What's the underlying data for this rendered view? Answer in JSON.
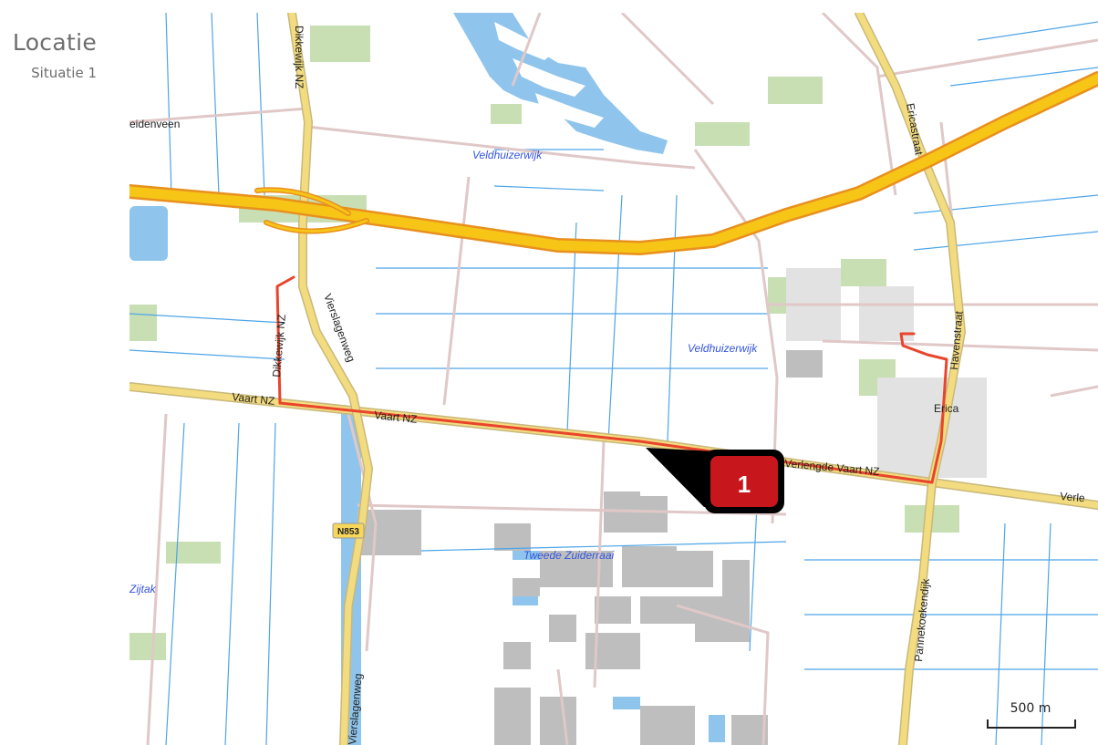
{
  "header": {
    "title": "Locatie",
    "subtitle": "Situatie 1"
  },
  "map": {
    "marker_number": "1",
    "scale_label": "500 m",
    "labels": {
      "eidenveen": "eidenveen",
      "veldhuizerwijk_top": "Veldhuizerwijk",
      "veldhuizerwijk_mid": "Veldhuizerwijk",
      "dikkewijk_top": "Dikkewijk NZ",
      "dikkewijk_mid": "Dikkewijk NZ",
      "vierslagenweg_top": "Vierslagenweg",
      "vierslagenweg_bottom": "Vierslagenweg",
      "vaart_nz_1": "Vaart NZ",
      "vaart_nz_2": "Vaart NZ",
      "verlengde_vaart": "Verlengde Vaart NZ",
      "verle": "Verle",
      "n853": "N853",
      "tweede_zuiderraai": "Tweede Zuiderraai",
      "zijtak": "Zijtak",
      "ericastraat": "Ericastraat",
      "havenstraat": "Havenstraat",
      "erica": "Erica",
      "pannekoekendijk": "Pannekoekendijk"
    }
  },
  "colors": {
    "motorway": "#f6c516",
    "motorway_edge": "#e8901f",
    "main_road": "#f3dc7f",
    "route": "#e8452c",
    "water": "#8fc5ec",
    "water_line": "#4da5e8",
    "building": "#bebebe",
    "green": "#c8dfb4",
    "marker": "#c8161d",
    "pointer": "#000000"
  }
}
